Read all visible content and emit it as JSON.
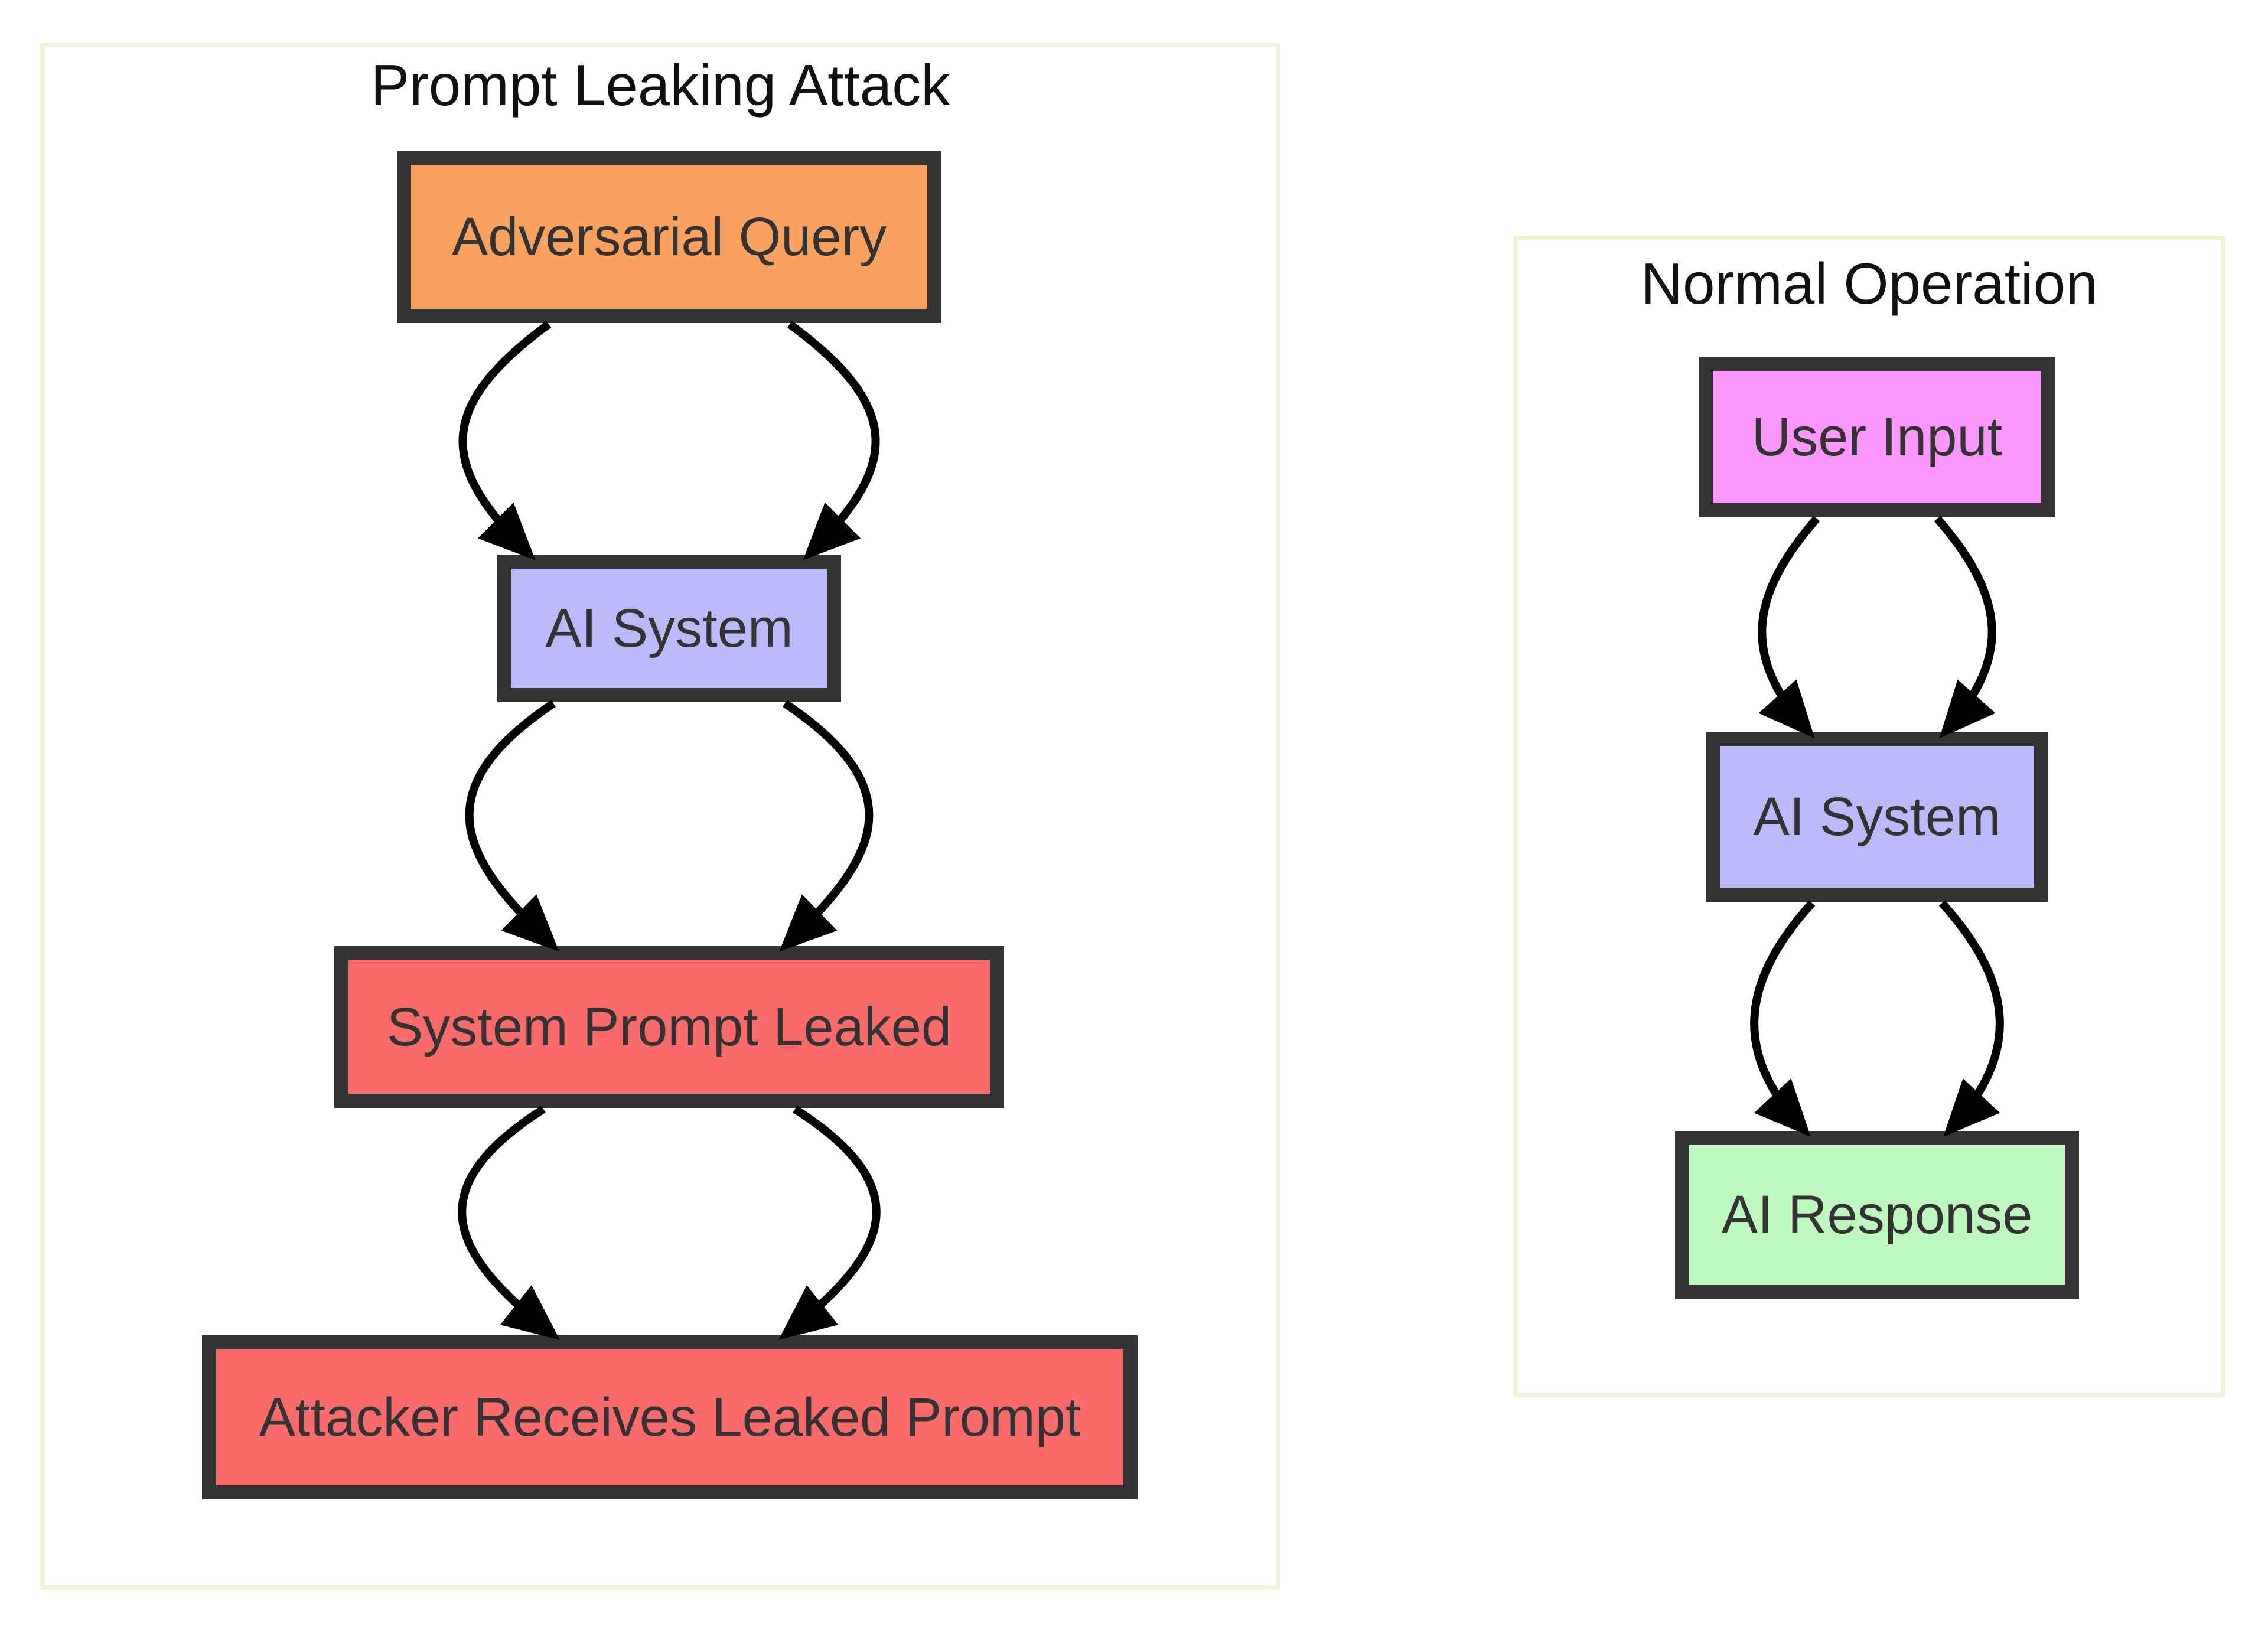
{
  "diagram": {
    "type": "flowchart",
    "background": "#FFFFFF",
    "colors": {
      "edge": "#000000",
      "node_border": "#333333",
      "node_text": "#333333",
      "cluster_border": "#F1F2DA",
      "title_text": "#111111",
      "orange": "#F9A15E",
      "lavender": "#BBB9F8",
      "red": "#F96A6A",
      "pink": "#FA97FA",
      "green": "#BFF8BF"
    },
    "subgraphs": [
      {
        "title": "Prompt Leaking Attack",
        "nodes": [
          {
            "label": "Adversarial Query",
            "fill": "#F9A15E"
          },
          {
            "label": "AI System",
            "fill": "#BBB9F8"
          },
          {
            "label": "System Prompt Leaked",
            "fill": "#F96A6A"
          },
          {
            "label": "Attacker Receives Leaked Prompt",
            "fill": "#F96A6A"
          }
        ],
        "edges": [
          {
            "from": "Adversarial Query",
            "to": "AI System",
            "arrows": 2
          },
          {
            "from": "AI System",
            "to": "System Prompt Leaked",
            "arrows": 2
          },
          {
            "from": "System Prompt Leaked",
            "to": "Attacker Receives Leaked Prompt",
            "arrows": 2
          }
        ]
      },
      {
        "title": "Normal Operation",
        "nodes": [
          {
            "label": "User Input",
            "fill": "#FA97FA"
          },
          {
            "label": "AI System",
            "fill": "#BBB9F8"
          },
          {
            "label": "AI Response",
            "fill": "#BFF8BF"
          }
        ],
        "edges": [
          {
            "from": "User Input",
            "to": "AI System",
            "arrows": 2
          },
          {
            "from": "AI System",
            "to": "AI Response",
            "arrows": 2
          }
        ]
      }
    ]
  }
}
